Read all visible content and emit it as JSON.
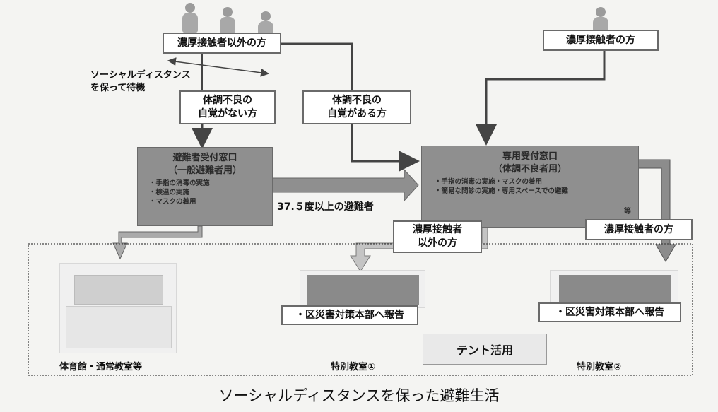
{
  "flow": {
    "non_close_contact_top": "濃厚接触者以外の方",
    "close_contact_top": "濃厚接触者の方",
    "social_distance_note": [
      "ソーシャルディスタンス",
      "を保って待機"
    ],
    "no_symptom": [
      "体調不良の",
      "自覚がない方"
    ],
    "with_symptom": [
      "体調不良の",
      "自覚がある方"
    ],
    "general_desk": {
      "title": [
        "避難者受付窓口",
        "（一般避難者用）"
      ],
      "items": [
        "手指の消毒の実施",
        "検温の実施",
        "マスクの着用"
      ]
    },
    "special_desk": {
      "title": [
        "専用受付窓口",
        "（体調不良者用）"
      ],
      "items": [
        "手指の消毒の実施・マスクの着用",
        "簡易な問診の実施・専用スペースでの避難"
      ],
      "tail": "等"
    },
    "fever_label": "37.５度以上の避難者",
    "non_close_contact_mid": [
      "濃厚接触者",
      "以外の方"
    ],
    "close_contact_mid": "濃厚接触者の方",
    "report_label_1": "・区災害対策本部へ報告",
    "report_label_2": "・区災害対策本部へ報告",
    "tent_label": "テント活用"
  },
  "rooms": {
    "gym": "体育館・通常教室等",
    "special_1": "特別教室①",
    "special_2": "特別教室②"
  },
  "footer_title": "ソーシャルディスタンスを保った避難生活"
}
